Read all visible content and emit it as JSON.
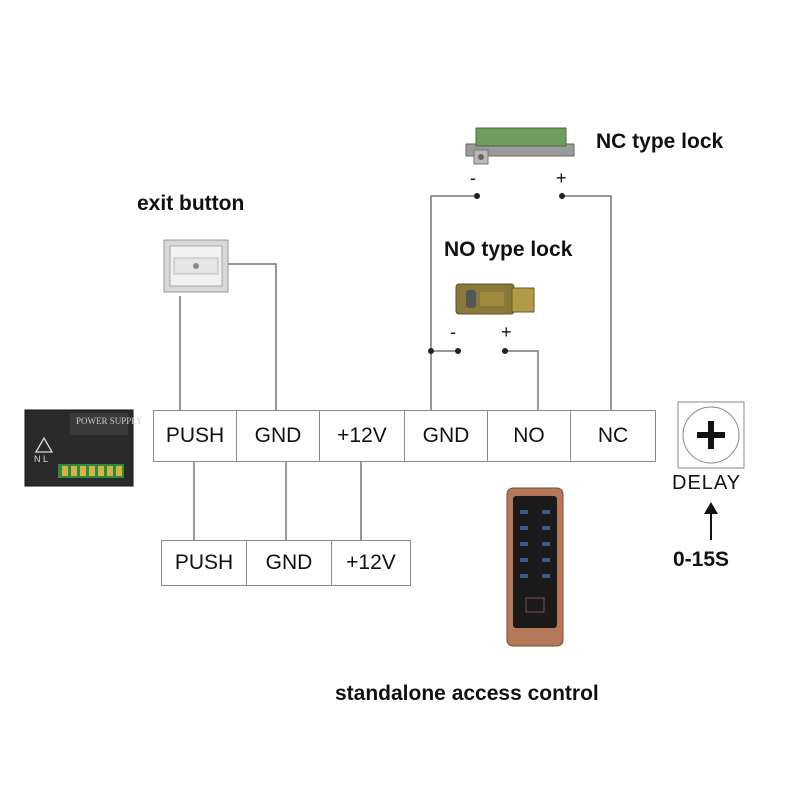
{
  "labels": {
    "nc_lock": "NC type lock",
    "exit_button": "exit button",
    "no_lock": "NO type lock",
    "access_control": "standalone access control",
    "delay": "DELAY",
    "delay_range": "0-15S",
    "plus_symbol": "+",
    "minus_symbol": "-"
  },
  "main_terminal": [
    "PUSH",
    "GND",
    "+12V",
    "GND",
    "NO",
    "NC"
  ],
  "power_terminal": [
    "PUSH",
    "GND",
    "+12V"
  ],
  "power_supply": {
    "label": "POWER SUPPLY",
    "mark": "N L"
  }
}
